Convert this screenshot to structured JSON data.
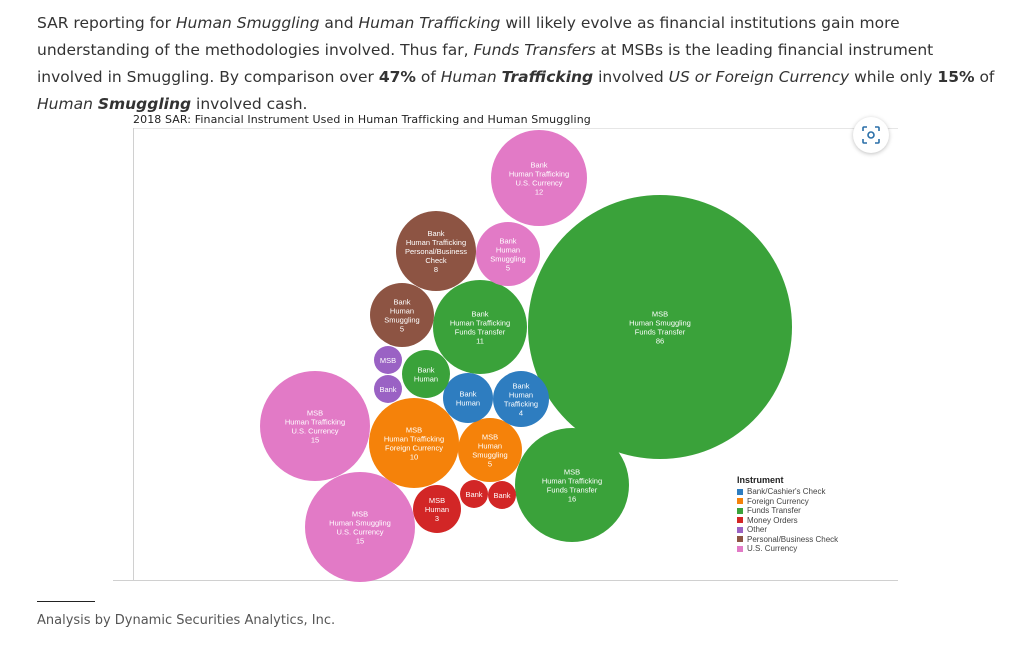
{
  "intro": {
    "parts": [
      {
        "t": "SAR reporting for "
      },
      {
        "t": "Human Smuggling",
        "i": true
      },
      {
        "t": " and "
      },
      {
        "t": "Human Trafficking",
        "i": true
      },
      {
        "t": " will likely evolve as financial institutions gain more understanding of the methodologies involved. Thus far, "
      },
      {
        "t": "Funds Transfers",
        "i": true
      },
      {
        "t": " at MSBs is the leading financial instrument involved in Smuggling. By comparison over "
      },
      {
        "t": "47%",
        "b": true
      },
      {
        "t": " of "
      },
      {
        "t": "Human ",
        "i": true
      },
      {
        "t": "Trafficking",
        "i": true,
        "b": true
      },
      {
        "t": " involved "
      },
      {
        "t": "US or Foreign Currency",
        "i": true
      },
      {
        "t": " while only "
      },
      {
        "t": "15%",
        "b": true
      },
      {
        "t": " of "
      },
      {
        "t": "Human ",
        "i": true
      },
      {
        "t": "Smuggling",
        "i": true,
        "b": true
      },
      {
        "t": " involved cash."
      }
    ]
  },
  "chart_data": {
    "type": "bubble",
    "title": "2018 SAR: Financial Instrument Used in Human Trafficking and Human Smuggling",
    "legend_title": "Instrument",
    "legend_placement": "bottom-right",
    "legend": [
      {
        "name": "Bank/Cashier's Check",
        "color": "#2e7dc0"
      },
      {
        "name": "Foreign Currency",
        "color": "#f5820a"
      },
      {
        "name": "Funds Transfer",
        "color": "#3aa23a"
      },
      {
        "name": "Money Orders",
        "color": "#d22626"
      },
      {
        "name": "Other",
        "color": "#9a62c4"
      },
      {
        "name": "Personal/Business Check",
        "color": "#8d5443"
      },
      {
        "name": "U.S. Currency",
        "color": "#e27ac6"
      }
    ],
    "bubbles": [
      {
        "institution": "MSB",
        "activity": "Human Smuggling",
        "instrument": "Funds Transfer",
        "value": 86,
        "lines": [
          "MSB",
          "Human Smuggling",
          "Funds Transfer",
          "86"
        ]
      },
      {
        "institution": "MSB",
        "activity": "Human Trafficking",
        "instrument": "Funds Transfer",
        "value": 16,
        "lines": [
          "MSB",
          "Human Trafficking",
          "Funds Transfer",
          "16"
        ]
      },
      {
        "institution": "MSB",
        "activity": "Human Trafficking",
        "instrument": "U.S. Currency",
        "value": 15,
        "lines": [
          "MSB",
          "Human Trafficking",
          "U.S. Currency",
          "15"
        ]
      },
      {
        "institution": "MSB",
        "activity": "Human Smuggling",
        "instrument": "U.S. Currency",
        "value": 15,
        "lines": [
          "MSB",
          "Human Smuggling",
          "U.S. Currency",
          "15"
        ]
      },
      {
        "institution": "Bank",
        "activity": "Human Trafficking",
        "instrument": "U.S. Currency",
        "value": 12,
        "lines": [
          "Bank",
          "Human Trafficking",
          "U.S. Currency",
          "12"
        ]
      },
      {
        "institution": "Bank",
        "activity": "Human Trafficking",
        "instrument": "Funds Transfer",
        "value": 11,
        "lines": [
          "Bank",
          "Human Trafficking",
          "Funds Transfer",
          "11"
        ]
      },
      {
        "institution": "MSB",
        "activity": "Human Trafficking",
        "instrument": "Foreign Currency",
        "value": 10,
        "lines": [
          "MSB",
          "Human Trafficking",
          "Foreign Currency",
          "10"
        ]
      },
      {
        "institution": "Bank",
        "activity": "Human Trafficking",
        "instrument": "Personal/Business Check",
        "value": 8,
        "lines": [
          "Bank",
          "Human Trafficking",
          "Personal/Business",
          "Check",
          "8"
        ]
      },
      {
        "institution": "Bank",
        "activity": "Human Smuggling",
        "instrument": "U.S. Currency",
        "value": 5,
        "lines": [
          "Bank",
          "Human",
          "Smuggling",
          "5"
        ]
      },
      {
        "institution": "Bank",
        "activity": "Human Smuggling",
        "instrument": "Personal/Business Check",
        "value": 5,
        "lines": [
          "Bank",
          "Human",
          "Smuggling",
          "5"
        ]
      },
      {
        "institution": "MSB",
        "activity": "Human Smuggling",
        "instrument": "Foreign Currency",
        "value": 5,
        "lines": [
          "MSB",
          "Human",
          "Smuggling",
          "5"
        ]
      },
      {
        "institution": "Bank",
        "activity": "Human Trafficking",
        "instrument": "Bank/Cashier's Check",
        "value": 4,
        "lines": [
          "Bank",
          "Human",
          "Trafficking",
          "4"
        ]
      },
      {
        "institution": "MSB",
        "activity": "Human",
        "instrument": "Money Orders",
        "value": 3,
        "lines": [
          "MSB",
          "Human",
          "3"
        ]
      },
      {
        "institution": "Bank",
        "activity": "Human",
        "instrument": "Bank/Cashier's Check",
        "lines": [
          "Bank",
          "Human"
        ]
      },
      {
        "institution": "Bank",
        "activity": "Human",
        "instrument": "Funds Transfer",
        "lines": [
          "Bank",
          "Human"
        ]
      },
      {
        "institution": "Bank",
        "instrument": "Money Orders",
        "lines": [
          "Bank"
        ]
      },
      {
        "institution": "Bank",
        "instrument": "Money Orders",
        "lines": [
          "Bank"
        ]
      },
      {
        "institution": "MSB",
        "instrument": "Other",
        "lines": [
          "MSB"
        ]
      },
      {
        "institution": "Bank",
        "instrument": "Other",
        "lines": [
          "Bank"
        ]
      }
    ]
  },
  "footer": {
    "text": "Analysis by Dynamic Securities Analytics, Inc."
  }
}
